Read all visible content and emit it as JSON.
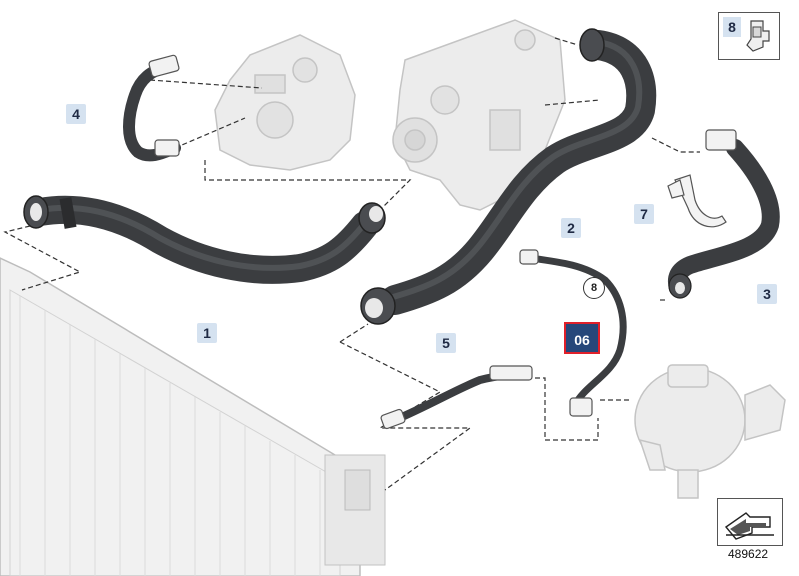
{
  "diagram": {
    "reference_number": "489622",
    "labels": {
      "p1": "1",
      "p2": "2",
      "p3": "3",
      "p4": "4",
      "p5": "5",
      "p7": "7",
      "p8": "8",
      "circled": "8",
      "highlighted": "06"
    },
    "colors": {
      "hose": "#3b3d40",
      "label_bg": "#d5e2f0",
      "highlight_bg": "#26477a",
      "highlight_border": "#e0202a"
    },
    "icons": [
      "clamp-icon",
      "nav-arrow-icon"
    ]
  }
}
